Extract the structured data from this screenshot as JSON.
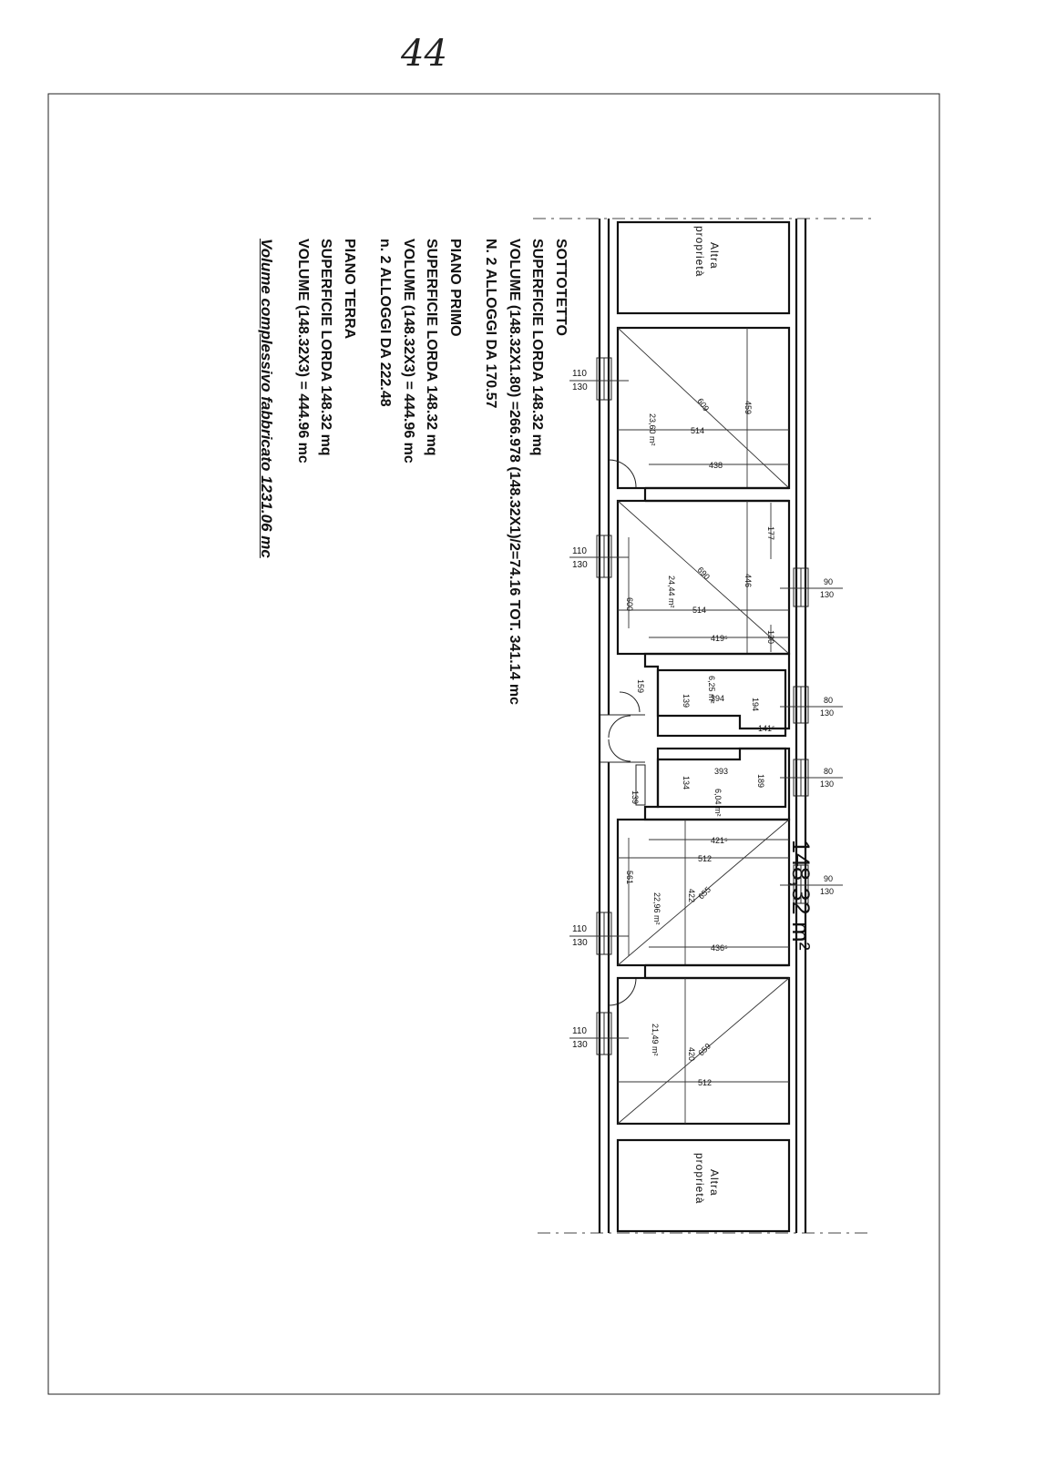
{
  "page_mark": "44",
  "notes": {
    "sottotetto": {
      "title": "SOTTOTETTO",
      "superficie": "SUPERFICIE LORDA 148.32 mq",
      "volume": "VOLUME (148.32X1.80) =266.978 (148.32X1)/2=74.16     TOT. 341.14 mc",
      "alloggi": "N. 2 ALLOGGI DA 170.57"
    },
    "piano_primo": {
      "title": "PIANO PRIMO",
      "superficie": "SUPERFICIE LORDA 148.32 mq",
      "volume": "VOLUME (148.32X3) = 444.96 mc",
      "alloggi": "n. 2 ALLOGGI DA 222.48"
    },
    "piano_terra": {
      "title": "PIANO TERRA",
      "superficie": "SUPERFICIE LORDA 148.32 mq",
      "volume": "VOLUME (148.32X3) = 444.96 mc"
    },
    "totale": "Volume complessivo fabbricato 1231.06 mc"
  },
  "plan": {
    "altra_1": "Altra",
    "altra_2": "proprietà",
    "total_area": "148,32 m²",
    "rooms": [
      {
        "area": "23,60 m²",
        "width": "514",
        "inner": "438",
        "height": "459",
        "diag": "609"
      },
      {
        "area": "24,44 m²",
        "width": "514",
        "inner": "419⁵",
        "height": "446",
        "diag": "690",
        "extra": "177",
        "extra2": "130",
        "side": "600"
      },
      {
        "area": "6,25 m²",
        "width": "394",
        "h1": "139",
        "h2": "194",
        "w2": "141⁵",
        "door": "159"
      },
      {
        "area": "6,04 m²",
        "width": "393",
        "h1": "134",
        "h2": "189",
        "door": "139"
      },
      {
        "area": "22,96 m²",
        "width": "512",
        "inner": "421⁵",
        "inner2": "436⁵",
        "height": "422",
        "diag": "655",
        "side": "561"
      },
      {
        "area": "21,49 m²",
        "width": "512",
        "height": "420",
        "diag": "659"
      }
    ],
    "windows": {
      "w110_a": "110",
      "w110_b": "130",
      "w90_a": "90",
      "w90_b": "130",
      "w80_a": "80",
      "w80_b": "130"
    }
  }
}
